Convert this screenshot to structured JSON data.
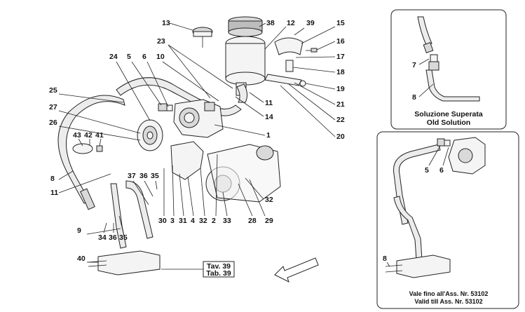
{
  "main_callouts": [
    "13",
    "38",
    "12",
    "39",
    "15",
    "16",
    "17",
    "18",
    "19",
    "21",
    "22",
    "20",
    "23",
    "24",
    "5",
    "6",
    "10",
    "11",
    "14",
    "1",
    "25",
    "27",
    "26",
    "43",
    "42",
    "41",
    "8",
    "11",
    "37",
    "36",
    "35",
    "30",
    "3",
    "31",
    "4",
    "32",
    "2",
    "33",
    "28",
    "29",
    "32",
    "34",
    "36",
    "35",
    "9",
    "40"
  ],
  "old_solution": {
    "title_it": "Soluzione Superata",
    "title_en": "Old Solution",
    "callouts": [
      "7",
      "8"
    ]
  },
  "valid_until": {
    "line_it": "Vale fino all'Ass. Nr. 53102",
    "line_en": "Valid till Ass. Nr. 53102",
    "callouts": [
      "5",
      "6",
      "8"
    ]
  },
  "table_ref": {
    "line1": "Tav. 39",
    "line2": "Tab. 39"
  }
}
